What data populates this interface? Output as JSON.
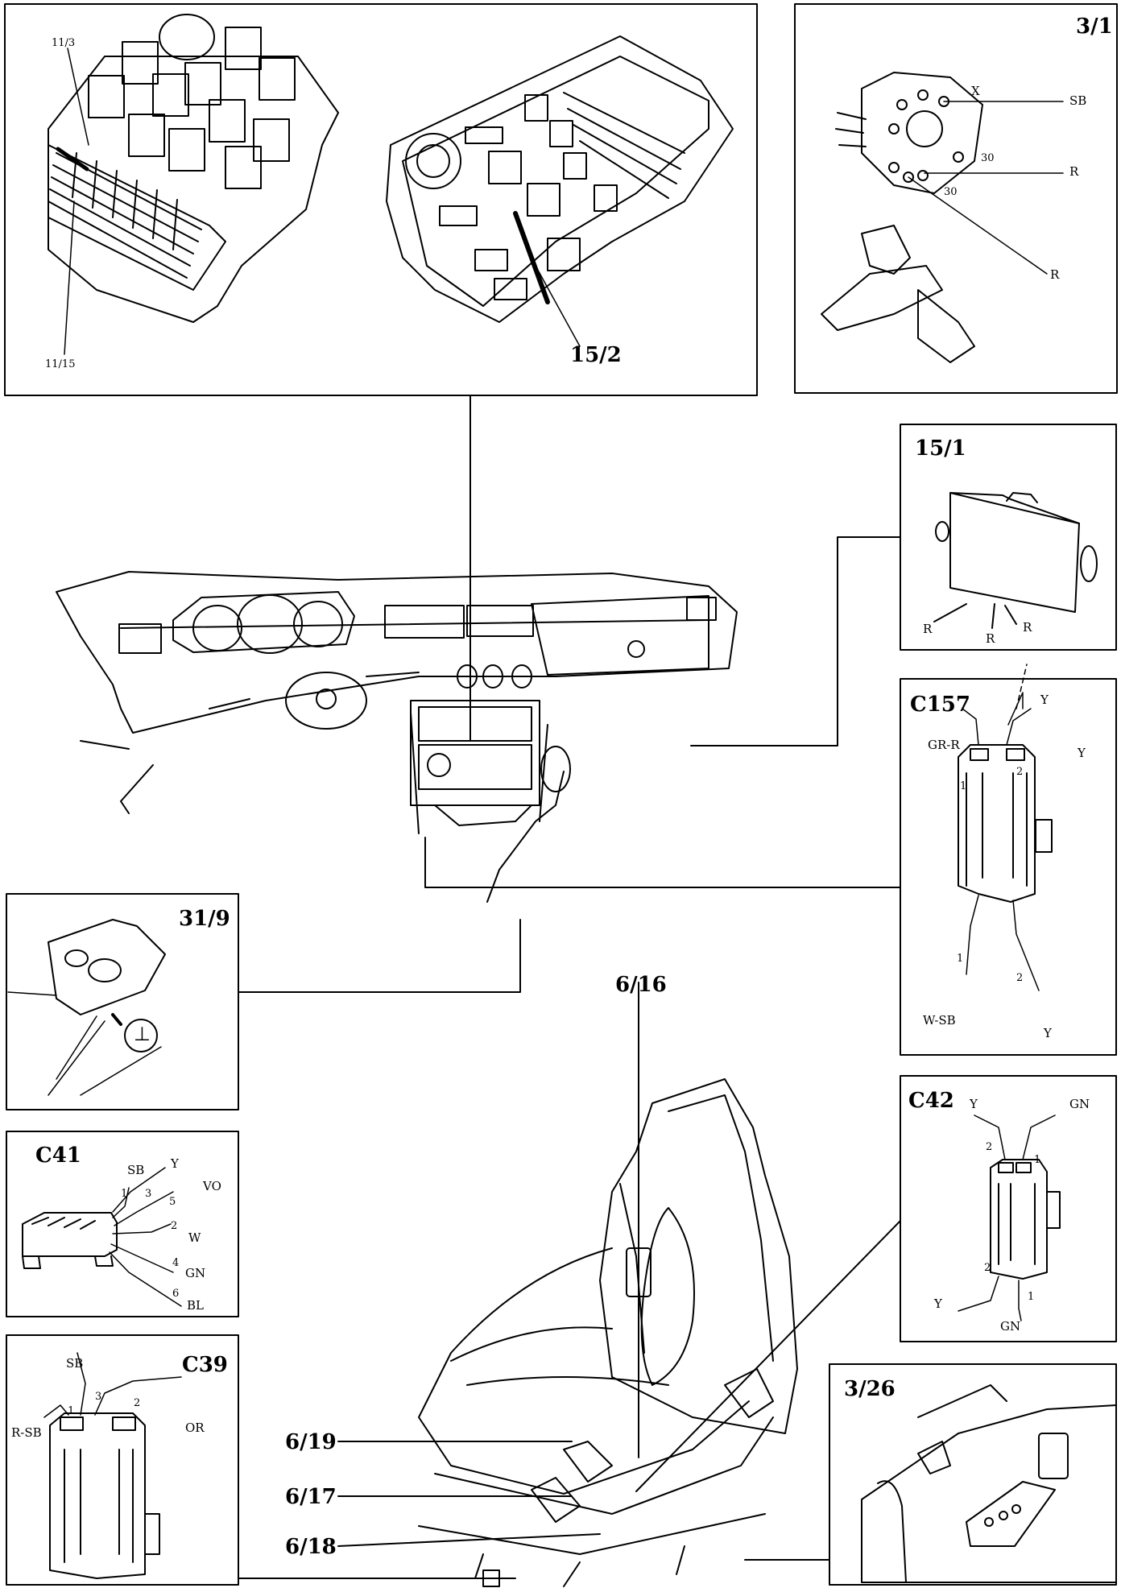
{
  "panels": {
    "fusebox": {
      "label_top": "11/3",
      "label_bottom": "11/15",
      "label_relay": "15/2"
    },
    "ignition": {
      "title": "3/1",
      "wire_x": "X",
      "wire_sb": "SB",
      "pin_30a": "30",
      "pin_30b": "30",
      "wire_r1": "R",
      "wire_r2": "R"
    },
    "module_15_1": {
      "title": "15/1",
      "wire_1": "R",
      "wire_2": "R",
      "wire_3": "R"
    },
    "c157": {
      "title": "C157",
      "wire_gr_r": "GR-R",
      "wire_y_dashed": "Y",
      "wire_y": "Y",
      "pin_1_top": "1",
      "pin_2_top": "2",
      "pin_1_bot": "1",
      "pin_2_bot": "2",
      "wire_w_sb": "W-SB",
      "wire_y_bot": "Y"
    },
    "ground_31_9": {
      "title": "31/9",
      "ground_symbol": "⊥"
    },
    "c41": {
      "title": "C41",
      "wire_sb": "SB",
      "wire_y": "Y",
      "wire_vo": "VO",
      "wire_w": "W",
      "wire_gn": "GN",
      "wire_bl": "BL",
      "pin_1": "1",
      "pin_3": "3",
      "pin_5": "5",
      "pin_2": "2",
      "pin_4": "4",
      "pin_6": "6"
    },
    "c42": {
      "title": "C42",
      "wire_y_top": "Y",
      "wire_gn_top": "GN",
      "pin_2_top": "2",
      "pin_1_top": "1",
      "pin_2_bot": "2",
      "pin_1_bot": "1",
      "wire_y_bot": "Y",
      "wire_gn_bot": "GN"
    },
    "c39": {
      "title": "C39",
      "wire_sb": "SB",
      "wire_r_sb": "R-SB",
      "wire_or": "OR",
      "pin_1": "1",
      "pin_3": "3",
      "pin_2": "2"
    },
    "switch_3_26": {
      "title": "3/26"
    }
  },
  "seat_callouts": {
    "c_6_16": "6/16",
    "c_6_19": "6/19",
    "c_6_17": "6/17",
    "c_6_18": "6/18"
  }
}
